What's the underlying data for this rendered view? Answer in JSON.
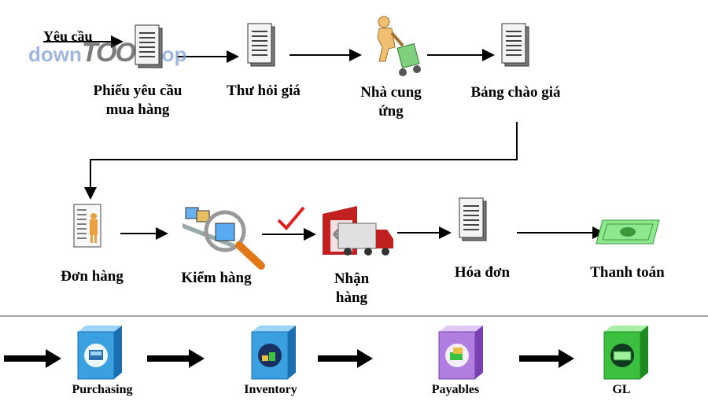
{
  "request_text": "Yêu cầu",
  "watermark": {
    "part1": "down",
    "part2": "TOOL",
    "part3": ".top"
  },
  "steps_row1": [
    {
      "label": "Phiếu yêu cầu mua hàng",
      "icon": "document-stack-icon"
    },
    {
      "label": "Thư hỏi giá",
      "icon": "document-stack-icon"
    },
    {
      "label": "Nhà cung ứng",
      "icon": "hand-truck-worker-icon"
    },
    {
      "label": "Bảng chào giá",
      "icon": "document-stack-icon"
    }
  ],
  "steps_row2": [
    {
      "label": "Đơn hàng",
      "icon": "order-form-icon"
    },
    {
      "label": "Kiểm hàng",
      "icon": "inspection-conveyor-icon"
    },
    {
      "label": "Nhận hàng",
      "icon": "delivery-truck-icon"
    },
    {
      "label": "Hóa đơn",
      "icon": "document-stack-icon"
    },
    {
      "label": "Thanh toán",
      "icon": "money-bill-icon"
    }
  ],
  "modules": [
    {
      "label": "Purchasing",
      "color": "#3aa0e0"
    },
    {
      "label": "Inventory",
      "color": "#3aa0e0"
    },
    {
      "label": "Payables",
      "color": "#b07ee0"
    },
    {
      "label": "GL",
      "color": "#3cc040"
    }
  ],
  "colors": {
    "check": "#e02020",
    "arrow": "#000000"
  }
}
